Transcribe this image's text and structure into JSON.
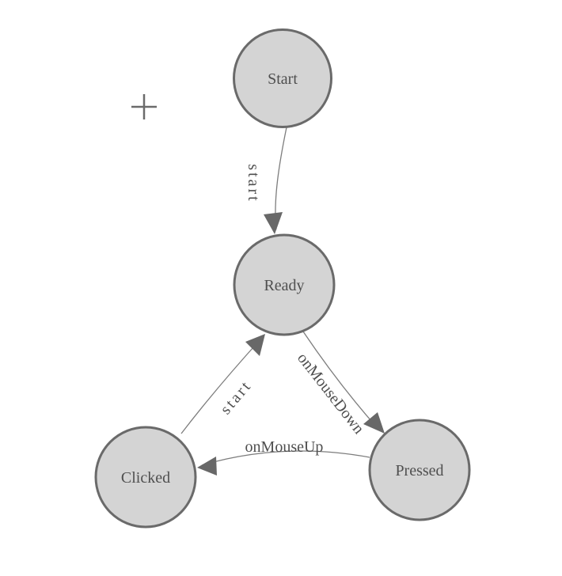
{
  "diagram": {
    "type": "finite-state-machine",
    "nodes": [
      {
        "id": "start",
        "label": "Start"
      },
      {
        "id": "ready",
        "label": "Ready"
      },
      {
        "id": "clicked",
        "label": "Clicked"
      },
      {
        "id": "pressed",
        "label": "Pressed"
      }
    ],
    "edges": [
      {
        "id": "start-to-ready",
        "from": "Start",
        "to": "Ready",
        "label": "start"
      },
      {
        "id": "ready-to-pressed",
        "from": "Ready",
        "to": "Pressed",
        "label": "onMouseDown"
      },
      {
        "id": "pressed-to-clicked",
        "from": "Pressed",
        "to": "Clicked",
        "label": "onMouseUp"
      },
      {
        "id": "clicked-to-ready",
        "from": "Clicked",
        "to": "Ready",
        "label": "start"
      }
    ]
  },
  "colors": {
    "node_fill": "#d4d4d4",
    "node_stroke": "#6a6a6a",
    "edge_stroke": "#7d7d7d",
    "arrow_fill": "#686868",
    "text_color": "#4f4f4f",
    "crosshair_color": "#6b6b6b",
    "background": "#ffffff"
  }
}
